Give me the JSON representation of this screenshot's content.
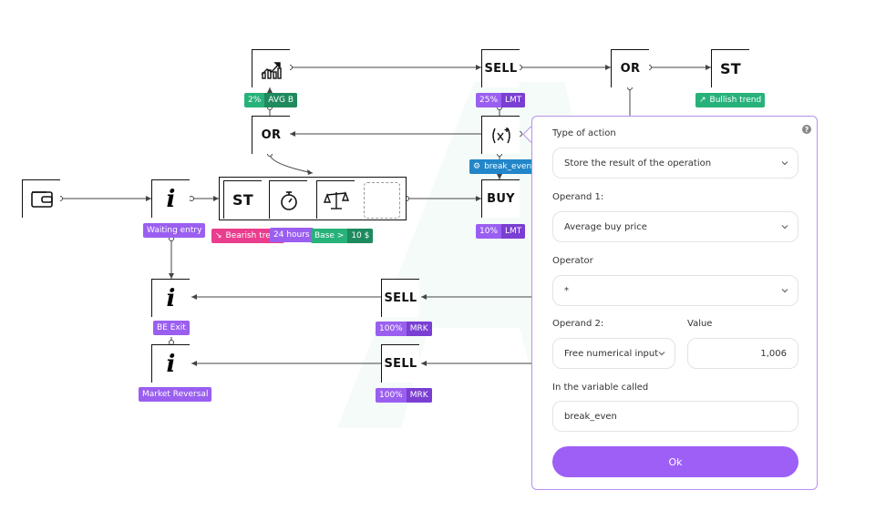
{
  "nodes": {
    "sell_top": "SELL",
    "or_top": "OR",
    "st_top": "ST",
    "or_mid": "OR",
    "buy": "BUY",
    "st_group": "ST",
    "sell_mrk1": "SELL",
    "sell_mrk2": "SELL"
  },
  "badges": {
    "avg_b": {
      "pct": "2%",
      "label": "AVG B"
    },
    "sell_lmt": {
      "pct": "25%",
      "label": "LMT"
    },
    "bullish": "Bullish trend",
    "break_even": "break_even",
    "waiting_entry": "Waiting entry",
    "bearish": "Bearish trend",
    "hours": "24 hours",
    "base": {
      "label": "Base >",
      "value": "10 $"
    },
    "buy_lmt": {
      "pct": "10%",
      "label": "LMT"
    },
    "be_exit": "BE Exit",
    "mrk1": {
      "pct": "100%",
      "label": "MRK"
    },
    "market_reversal": "Market Reversal",
    "mrk2": {
      "pct": "100%",
      "label": "MRK"
    }
  },
  "panel": {
    "type_label": "Type of action",
    "type_value": "Store the result of the operation",
    "operand1_label": "Operand 1:",
    "operand1_value": "Average buy price",
    "operator_label": "Operator",
    "operator_value": "*",
    "operand2_label": "Operand 2:",
    "operand2_value": "Free numerical input",
    "value_label": "Value",
    "value_value": "1,006",
    "variable_label": "In the variable called",
    "variable_value": "break_even",
    "ok_label": "Ok",
    "help": "?"
  },
  "colors": {
    "accent": "#9d5ff5",
    "green": "#27b27a",
    "pink": "#ea3d8e",
    "blue": "#2286c9"
  }
}
